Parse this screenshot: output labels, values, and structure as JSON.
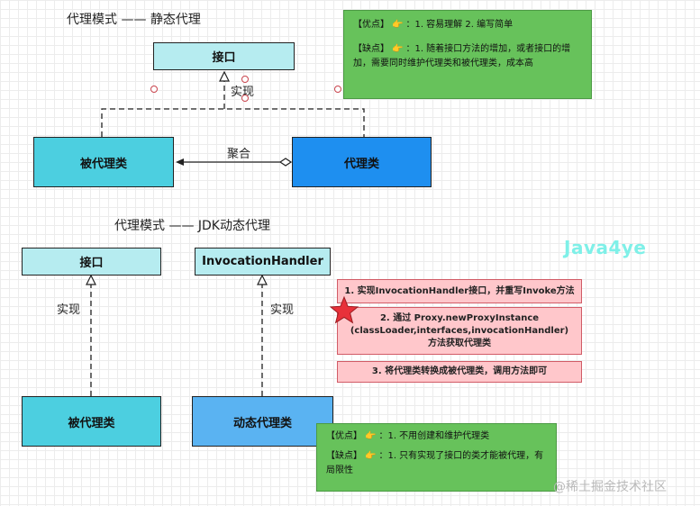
{
  "static_section": {
    "title": "代理模式 —— 静态代理",
    "interface_box": "接口",
    "proxied_box": "被代理类",
    "proxy_box": "代理类",
    "implements_label": "实现",
    "aggregation_label": "聚合",
    "note": {
      "pros_tag": "【优点】",
      "pros_text": "：1. 容易理解   2. 编写简单",
      "cons_tag": "【缺点】",
      "cons_text": "：1. 随着接口方法的增加，或者接口的增加，需要同时维护代理类和被代理类，成本高"
    }
  },
  "dynamic_section": {
    "title": "代理模式 —— JDK动态代理",
    "interface_box": "接口",
    "handler_box": "InvocationHandler",
    "proxied_box": "被代理类",
    "dynamic_proxy_box": "动态代理类",
    "implements_left": "实现",
    "implements_right": "实现",
    "steps": [
      "1. 实现InvocationHandler接口，并重写Invoke方法",
      "2. 通过  Proxy.newProxyInstance (classLoader,interfaces,invocationHandler) 方法获取代理类",
      "3. 将代理类转换成被代理类，调用方法即可"
    ],
    "note": {
      "pros_tag": "【优点】",
      "pros_text": "：1. 不用创建和维护代理类",
      "cons_tag": "【缺点】",
      "cons_text": "：1. 只有实现了接口的类才能被代理，有局限性"
    }
  },
  "icons": {
    "pointing_hand": "👉",
    "star": "star-icon"
  },
  "watermark": "Java4ye",
  "footer": "@稀土掘金技术社区",
  "colors": {
    "light_box": "#b6ecf0",
    "cyan_box": "#4ccfe0",
    "proxy_blue": "#1e8ff0",
    "dynamic_blue": "#5ab3f2",
    "note_green": "#67c25b",
    "step_pink": "#ffc7cb",
    "star_red": "#e8313a"
  }
}
